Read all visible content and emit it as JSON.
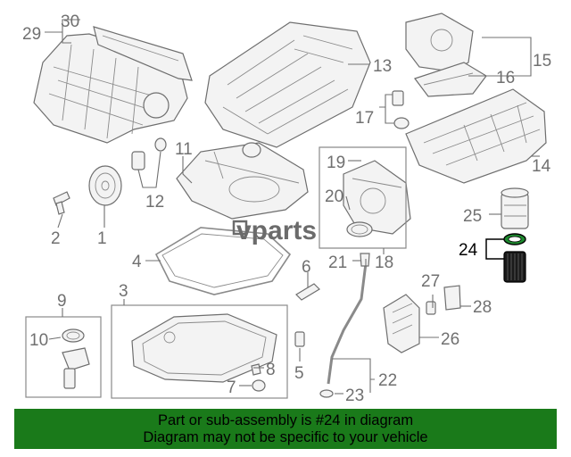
{
  "callouts": {
    "c1": "1",
    "c2": "2",
    "c3": "3",
    "c4": "4",
    "c5": "5",
    "c6": "6",
    "c7": "7",
    "c8": "8",
    "c9": "9",
    "c10": "10",
    "c11": "11",
    "c12": "12",
    "c13": "13",
    "c14": "14",
    "c15": "15",
    "c16": "16",
    "c17": "17",
    "c18": "18",
    "c19": "19",
    "c20": "20",
    "c21": "21",
    "c22": "22",
    "c23": "23",
    "c24": "24",
    "c25": "25",
    "c26": "26",
    "c27": "27",
    "c28": "28",
    "c29": "29",
    "c30": "30"
  },
  "highlighted_part": "24",
  "watermark": "vparts",
  "banner": {
    "line1": "Part or sub-assembly is #24 in diagram",
    "line2": "Diagram may not be specific to your vehicle"
  },
  "colors": {
    "banner_bg": "#1a7a1a",
    "highlight": "#1d8a2e",
    "callout_text": "#707070"
  }
}
